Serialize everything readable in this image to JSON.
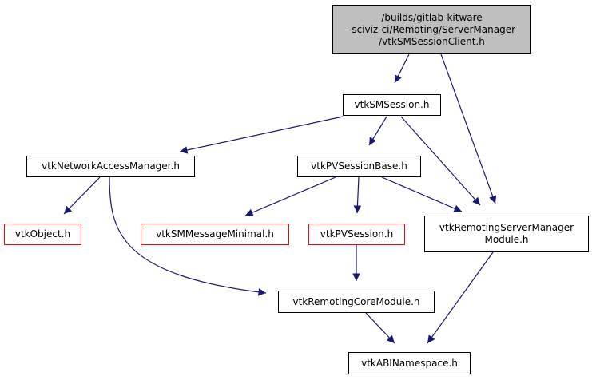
{
  "diagram": {
    "type": "include-dependency-graph",
    "edge_color": "#191970",
    "nodes": [
      {
        "id": "root",
        "label": "/builds/gitlab-kitware\n-sciviz-ci/Remoting/ServerManager\n/vtkSMSessionClient.h",
        "style": "root",
        "fill": "#bfbfbf",
        "border": "#000000"
      },
      {
        "id": "smsession",
        "label": "vtkSMSession.h",
        "style": "normal",
        "border": "#000000"
      },
      {
        "id": "netaccess",
        "label": "vtkNetworkAccessManager.h",
        "style": "normal",
        "border": "#000000"
      },
      {
        "id": "pvsessionbase",
        "label": "vtkPVSessionBase.h",
        "style": "normal",
        "border": "#000000"
      },
      {
        "id": "object",
        "label": "vtkObject.h",
        "style": "truncated",
        "border": "#ff0000"
      },
      {
        "id": "msgminimal",
        "label": "vtkSMMessageMinimal.h",
        "style": "truncated",
        "border": "#ff0000"
      },
      {
        "id": "pvsession",
        "label": "vtkPVSession.h",
        "style": "truncated",
        "border": "#ff0000"
      },
      {
        "id": "rsmmodule",
        "label": "vtkRemotingServerManager\nModule.h",
        "style": "normal",
        "border": "#000000"
      },
      {
        "id": "coremodule",
        "label": "vtkRemotingCoreModule.h",
        "style": "normal",
        "border": "#000000"
      },
      {
        "id": "abins",
        "label": "vtkABINamespace.h",
        "style": "normal",
        "border": "#000000"
      }
    ],
    "edges": [
      {
        "from": "root",
        "to": "smsession"
      },
      {
        "from": "root",
        "to": "rsmmodule"
      },
      {
        "from": "smsession",
        "to": "netaccess"
      },
      {
        "from": "smsession",
        "to": "pvsessionbase"
      },
      {
        "from": "smsession",
        "to": "rsmmodule"
      },
      {
        "from": "netaccess",
        "to": "object"
      },
      {
        "from": "netaccess",
        "to": "coremodule"
      },
      {
        "from": "pvsessionbase",
        "to": "msgminimal"
      },
      {
        "from": "pvsessionbase",
        "to": "pvsession"
      },
      {
        "from": "pvsessionbase",
        "to": "rsmmodule"
      },
      {
        "from": "pvsession",
        "to": "coremodule"
      },
      {
        "from": "rsmmodule",
        "to": "abins"
      },
      {
        "from": "coremodule",
        "to": "abins"
      }
    ]
  }
}
